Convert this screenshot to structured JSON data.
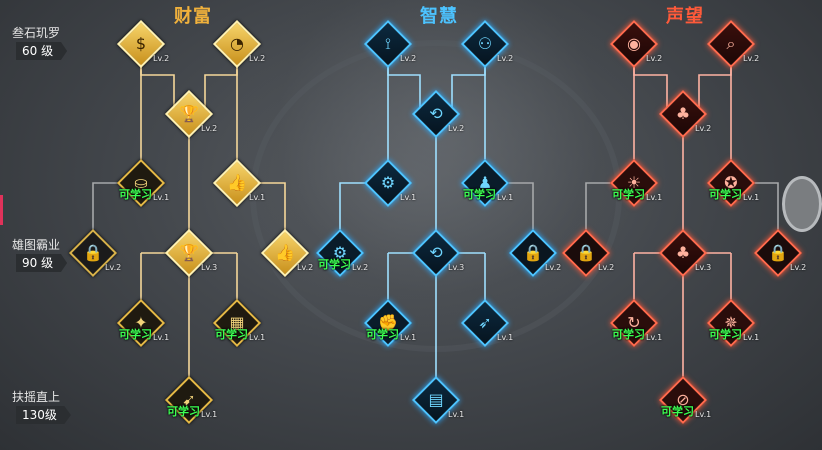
{
  "columns": {
    "wealth": {
      "title": "财富",
      "color": "#f0b13c"
    },
    "wisdom": {
      "title": "智慧",
      "color": "#4cc3ff"
    },
    "fame": {
      "title": "声望",
      "color": "#ff5a3a"
    }
  },
  "tiers": [
    {
      "label": "叁石玑罗",
      "level": "60 级"
    },
    {
      "label": "雄图霸业",
      "level": "90 级"
    },
    {
      "label": "扶摇直上",
      "level": "130级"
    }
  ],
  "learnable_text": "可学习",
  "nodes": [
    {
      "id": "w1",
      "color": "gold",
      "state": "active",
      "icon": "coin-icon",
      "glyph": "$",
      "lv": "Lv.2"
    },
    {
      "id": "w2",
      "color": "gold",
      "state": "active",
      "icon": "speed-gauge-icon",
      "glyph": "◔",
      "lv": "Lv.2"
    },
    {
      "id": "w3",
      "color": "gold",
      "state": "active",
      "icon": "trophy-icon",
      "glyph": "🏆",
      "lv": "Lv.2"
    },
    {
      "id": "w4",
      "color": "gold",
      "state": "up",
      "icon": "treasure-icon",
      "glyph": "⛀",
      "lv": "Lv.1",
      "learnable": true
    },
    {
      "id": "w5",
      "color": "gold",
      "state": "active",
      "icon": "thumbs-up-icon",
      "glyph": "👍",
      "lv": "Lv.1"
    },
    {
      "id": "w6",
      "color": "gold",
      "state": "locked",
      "icon": "lock-icon",
      "glyph": "🔒",
      "lv": "Lv.2"
    },
    {
      "id": "w7",
      "color": "gold",
      "state": "active",
      "icon": "trophy-icon",
      "glyph": "🏆",
      "lv": "Lv.3"
    },
    {
      "id": "w8",
      "color": "gold",
      "state": "active",
      "icon": "thumbs-up-icon",
      "glyph": "👍",
      "lv": "Lv.2"
    },
    {
      "id": "w9",
      "color": "gold",
      "state": "up",
      "icon": "money-bag-icon",
      "glyph": "✦",
      "lv": "Lv.1",
      "learnable": true
    },
    {
      "id": "w10",
      "color": "gold",
      "state": "up",
      "icon": "badge-icon",
      "glyph": "▦",
      "lv": "Lv.1",
      "learnable": true
    },
    {
      "id": "w11",
      "color": "gold",
      "state": "up",
      "icon": "runner-icon",
      "glyph": "➹",
      "lv": "Lv.1",
      "learnable": true
    },
    {
      "id": "s1",
      "color": "blue",
      "state": "active",
      "icon": "pipe-icon",
      "glyph": "⟟",
      "lv": "Lv.2"
    },
    {
      "id": "s2",
      "color": "blue",
      "state": "active",
      "icon": "team-meeting-icon",
      "glyph": "⚇",
      "lv": "Lv.2"
    },
    {
      "id": "s3",
      "color": "blue",
      "state": "active",
      "icon": "cycle-icon",
      "glyph": "⟲",
      "lv": "Lv.2"
    },
    {
      "id": "s4",
      "color": "blue",
      "state": "active",
      "icon": "gear-icon",
      "glyph": "⚙",
      "lv": "Lv.1"
    },
    {
      "id": "s5",
      "color": "blue",
      "state": "up",
      "icon": "mentor-icon",
      "glyph": "♟",
      "lv": "Lv.1",
      "learnable": true
    },
    {
      "id": "s6",
      "color": "blue",
      "state": "up",
      "icon": "gear-icon",
      "glyph": "⚙",
      "lv": "Lv.2",
      "learnable": true
    },
    {
      "id": "s7",
      "color": "blue",
      "state": "active",
      "icon": "cycle-icon",
      "glyph": "⟲",
      "lv": "Lv.3"
    },
    {
      "id": "s8",
      "color": "blue",
      "state": "locked",
      "icon": "lock-icon",
      "glyph": "🔒",
      "lv": "Lv.2"
    },
    {
      "id": "s9",
      "color": "blue",
      "state": "up",
      "icon": "fist-icon",
      "glyph": "✊",
      "lv": "Lv.1",
      "learnable": true
    },
    {
      "id": "s10",
      "color": "blue",
      "state": "active",
      "icon": "rocket-icon",
      "glyph": "➶",
      "lv": "Lv.1"
    },
    {
      "id": "s11",
      "color": "blue",
      "state": "active",
      "icon": "calculator-icon",
      "glyph": "▤",
      "lv": "Lv.1"
    },
    {
      "id": "f1",
      "color": "red",
      "state": "active",
      "icon": "eye-icon",
      "glyph": "◉",
      "lv": "Lv.2"
    },
    {
      "id": "f2",
      "color": "red",
      "state": "active",
      "icon": "magnifier-icon",
      "glyph": "⌕",
      "lv": "Lv.2"
    },
    {
      "id": "f3",
      "color": "red",
      "state": "active",
      "icon": "clover-icon",
      "glyph": "♣",
      "lv": "Lv.2"
    },
    {
      "id": "f4",
      "color": "red",
      "state": "up",
      "icon": "sunrise-icon",
      "glyph": "☀",
      "lv": "Lv.1",
      "learnable": true
    },
    {
      "id": "f5",
      "color": "red",
      "state": "up",
      "icon": "star-badge-icon",
      "glyph": "✪",
      "lv": "Lv.1",
      "learnable": true
    },
    {
      "id": "f6",
      "color": "red",
      "state": "locked",
      "icon": "lock-icon",
      "glyph": "🔒",
      "lv": "Lv.2"
    },
    {
      "id": "f7",
      "color": "red",
      "state": "active",
      "icon": "clover-icon",
      "glyph": "♣",
      "lv": "Lv.3"
    },
    {
      "id": "f8",
      "color": "red",
      "state": "locked",
      "icon": "lock-icon",
      "glyph": "🔒",
      "lv": "Lv.2"
    },
    {
      "id": "f9",
      "color": "red",
      "state": "up",
      "icon": "swirl-icon",
      "glyph": "↻",
      "lv": "Lv.1",
      "learnable": true
    },
    {
      "id": "f10",
      "color": "red",
      "state": "up",
      "icon": "star-burst-icon",
      "glyph": "✵",
      "lv": "Lv.1",
      "learnable": true
    },
    {
      "id": "f11",
      "color": "red",
      "state": "up",
      "icon": "compass-icon",
      "glyph": "⊘",
      "lv": "Lv.1",
      "learnable": true
    }
  ]
}
